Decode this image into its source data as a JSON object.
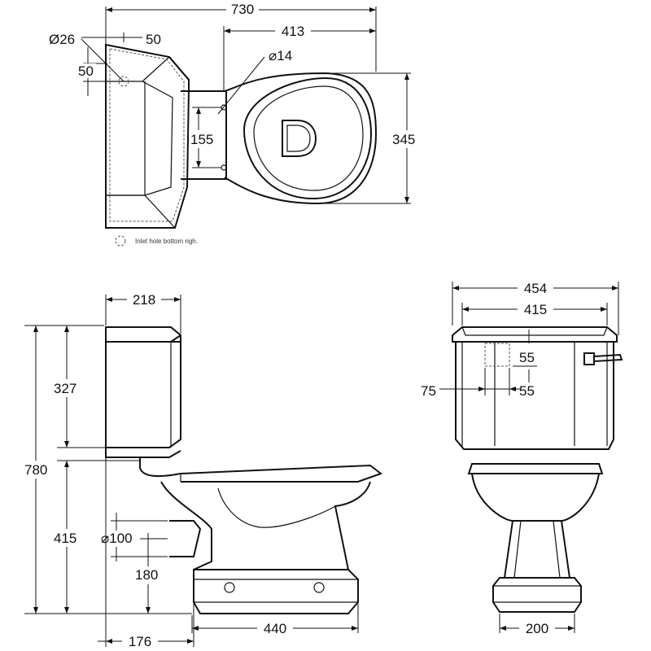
{
  "plan": {
    "overall_width": "730",
    "bowl_length": "413",
    "inlet_diameter": "Ø26",
    "inlet_offset_x": "50",
    "inlet_offset_y": "50",
    "fixing_hole": "⌀14",
    "fixing_spacing": "155",
    "bowl_width": "345",
    "legend_text": "Inlet hole bottom righ."
  },
  "side": {
    "cistern_depth": "218",
    "cistern_height": "327",
    "total_height": "780",
    "seat_height": "415",
    "outlet_diameter": "⌀100",
    "outlet_height": "180",
    "outlet_to_wall": "176",
    "base_length": "440"
  },
  "front": {
    "overall_width": "454",
    "lid_width": "415",
    "inlet_top": "55",
    "inlet_bottom": "55",
    "inlet_width": "75",
    "pedestal_width": "200"
  }
}
